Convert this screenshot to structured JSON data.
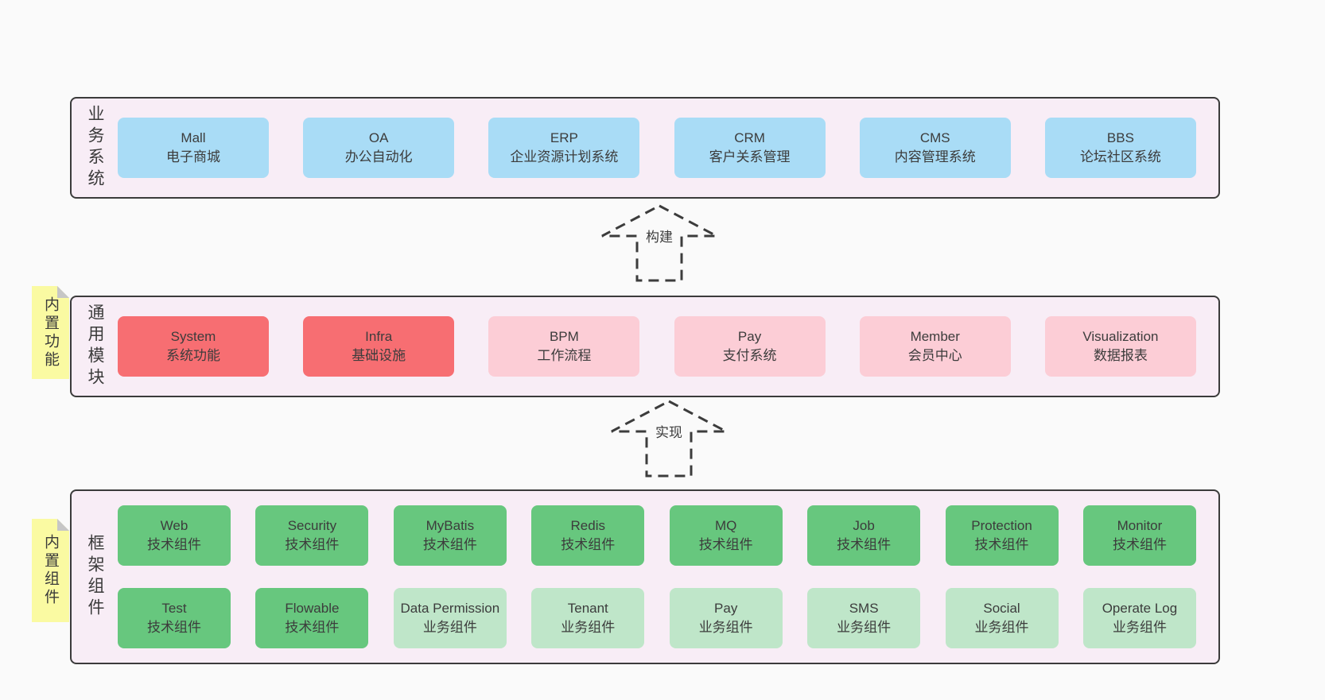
{
  "colors": {
    "page_background": "#fafafa",
    "container_background": "#f8edf6",
    "container_border": "#3b3b3b",
    "blue_box": "#a9dcf6",
    "red_box": "#f76e72",
    "pink_box": "#fccdd6",
    "green_dark_box": "#67c77e",
    "green_light_box": "#bfe6c9",
    "sticky_note": "#fafaa2",
    "sticky_fold": "#c6c6c6",
    "text": "#3c3c3c"
  },
  "arrows": [
    {
      "label": "构建"
    },
    {
      "label": "实现"
    }
  ],
  "layers": [
    {
      "label": "业务系统",
      "rows": [
        [
          {
            "name": "Mall",
            "desc": "电子商城",
            "type": "blue"
          },
          {
            "name": "OA",
            "desc": "办公自动化",
            "type": "blue"
          },
          {
            "name": "ERP",
            "desc": "企业资源计划系统",
            "type": "blue"
          },
          {
            "name": "CRM",
            "desc": "客户关系管理",
            "type": "blue"
          },
          {
            "name": "CMS",
            "desc": "内容管理系统",
            "type": "blue"
          },
          {
            "name": "BBS",
            "desc": "论坛社区系统",
            "type": "blue"
          }
        ]
      ]
    },
    {
      "label": "通用模块",
      "note": "内置功能",
      "rows": [
        [
          {
            "name": "System",
            "desc": "系统功能",
            "type": "red"
          },
          {
            "name": "Infra",
            "desc": "基础设施",
            "type": "red"
          },
          {
            "name": "BPM",
            "desc": "工作流程",
            "type": "pink"
          },
          {
            "name": "Pay",
            "desc": "支付系统",
            "type": "pink"
          },
          {
            "name": "Member",
            "desc": "会员中心",
            "type": "pink"
          },
          {
            "name": "Visualization",
            "desc": "数据报表",
            "type": "pink"
          }
        ]
      ]
    },
    {
      "label": "框架组件",
      "note": "内置组件",
      "rows": [
        [
          {
            "name": "Web",
            "desc": "技术组件",
            "type": "green-dark"
          },
          {
            "name": "Security",
            "desc": "技术组件",
            "type": "green-dark"
          },
          {
            "name": "MyBatis",
            "desc": "技术组件",
            "type": "green-dark"
          },
          {
            "name": "Redis",
            "desc": "技术组件",
            "type": "green-dark"
          },
          {
            "name": "MQ",
            "desc": "技术组件",
            "type": "green-dark"
          },
          {
            "name": "Job",
            "desc": "技术组件",
            "type": "green-dark"
          },
          {
            "name": "Protection",
            "desc": "技术组件",
            "type": "green-dark"
          },
          {
            "name": "Monitor",
            "desc": "技术组件",
            "type": "green-dark"
          }
        ],
        [
          {
            "name": "Test",
            "desc": "技术组件",
            "type": "green-dark"
          },
          {
            "name": "Flowable",
            "desc": "技术组件",
            "type": "green-dark"
          },
          {
            "name": "Data Permission",
            "desc": "业务组件",
            "type": "green-light"
          },
          {
            "name": "Tenant",
            "desc": "业务组件",
            "type": "green-light"
          },
          {
            "name": "Pay",
            "desc": "业务组件",
            "type": "green-light"
          },
          {
            "name": "SMS",
            "desc": "业务组件",
            "type": "green-light"
          },
          {
            "name": "Social",
            "desc": "业务组件",
            "type": "green-light"
          },
          {
            "name": "Operate Log",
            "desc": "业务组件",
            "type": "green-light"
          }
        ]
      ]
    }
  ]
}
